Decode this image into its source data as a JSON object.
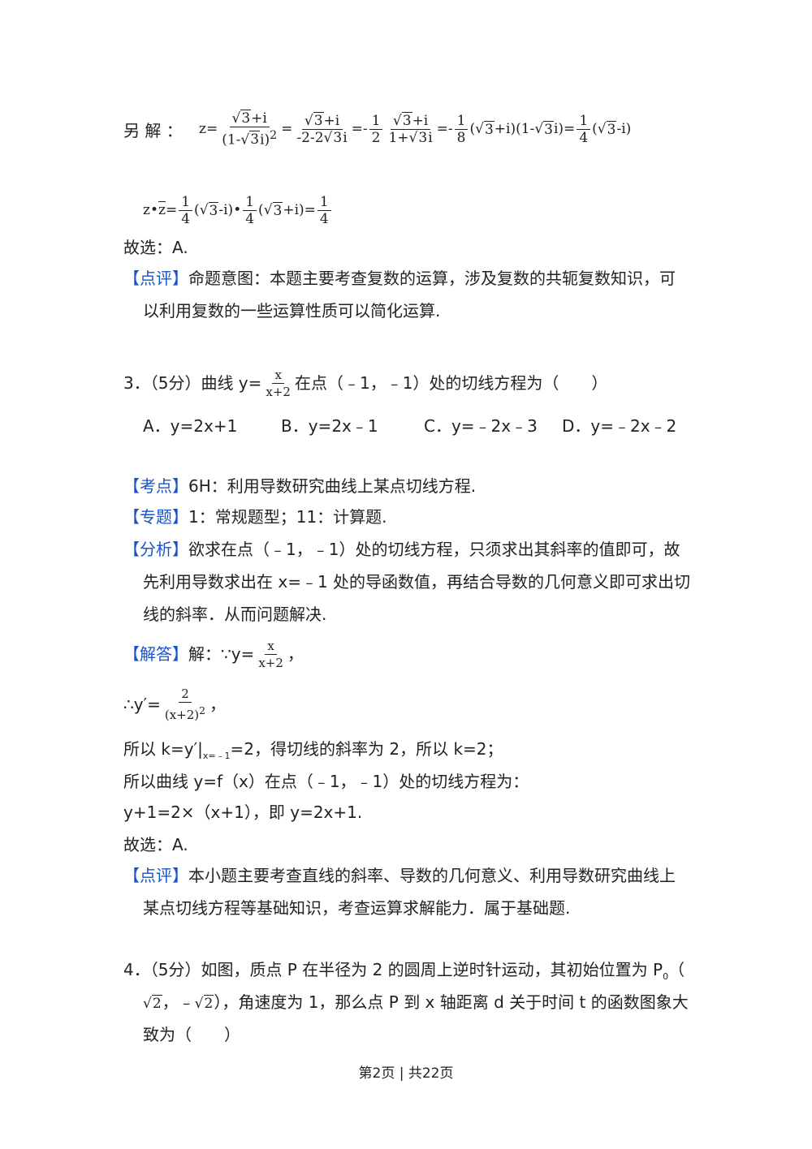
{
  "alt_solution": {
    "label": "另 解 ：",
    "line1": {
      "lhs": "z=",
      "f1_num_rad": "3",
      "f1_num_rest": "+i",
      "f1_den_pre": "(1-",
      "f1_den_rad": "3",
      "f1_den_post": "i)",
      "f1_den_exp": "2",
      "eq1": "=",
      "f2_num_rad": "3",
      "f2_num_rest": "+i",
      "f2_den_pre": "-2-2",
      "f2_den_rad": "3",
      "f2_den_post": "i",
      "eq2": "=-",
      "f3_num": "1",
      "f3_den": "2",
      "f4_num_rad": "3",
      "f4_num_rest": "+i",
      "f4_den_pre": "1+",
      "f4_den_rad": "3",
      "f4_den_post": "i",
      "eq3": "=-",
      "f5_num": "1",
      "f5_den": "8",
      "p1_pre": "(",
      "p1_rad": "3",
      "p1_post": "+i)(1-",
      "p1_rad2": "3",
      "p1_end": "i)=",
      "f6_num": "1",
      "f6_den": "4",
      "p2_pre": "(",
      "p2_rad": "3",
      "p2_post": "-i)"
    },
    "line2": {
      "pre": "z",
      "dot": "•",
      "zbar": "z",
      "eq": "=",
      "f1_num": "1",
      "f1_den": "4",
      "p1_pre": "(",
      "p1_rad": "3",
      "p1_post": "-i)",
      "dot2": "•",
      "f2_num": "1",
      "f2_den": "4",
      "p2_pre": "(",
      "p2_rad": "3",
      "p2_post": "+i)=",
      "f3_num": "1",
      "f3_den": "4"
    }
  },
  "q2_choose": "故选：A.",
  "q2_comment": {
    "tag_l": "【",
    "tag_w": "点评",
    "tag_r": "】",
    "line1": "命题意图：本题主要考查复数的运算，涉及复数的共轭复数知识，可",
    "line2": "以利用复数的一些运算性质可以简化运算."
  },
  "q3": {
    "stem_pre": "3．（5分）曲线 y=",
    "frac_num": "x",
    "frac_den": "x+2",
    "stem_post": "在点（﹣1，﹣1）处的切线方程为（　　）",
    "options": [
      "A．y=2x+1",
      "B．y=2x﹣1",
      "C．y=﹣2x﹣3",
      "D．y=﹣2x﹣2"
    ],
    "kaodian": {
      "tag": "考点",
      "text": "6H：利用导数研究曲线上某点切线方程."
    },
    "zhuanti": {
      "tag": "专题",
      "text": "1：常规题型；11：计算题."
    },
    "fenxi": {
      "tag": "分析",
      "line1": "欲求在点（﹣1，﹣1）处的切线方程，只须求出其斜率的值即可，故",
      "line2": "先利用导数求出在 x=﹣1 处的导函数值，再结合导数的几何意义即可求出切",
      "line3": "线的斜率．从而问题解决."
    },
    "jieda": {
      "tag": "解答",
      "pre": "解：∵y=",
      "frac_num": "x",
      "frac_den": "x+2",
      "post": "，",
      "l2_pre": "∴y′=",
      "l2_num": "2",
      "l2_den": "(x+2)",
      "l2_exp": "2",
      "l2_post": "，",
      "l3_pre": "所以 k=y′|",
      "l3_sub": "x=﹣1",
      "l3_post": "=2，得切线的斜率为 2，所以 k=2；",
      "l4": "所以曲线 y=f（x）在点（﹣1，﹣1）处的切线方程为：",
      "l5": "y+1=2×（x+1），即 y=2x+1.",
      "l6": "故选：A."
    },
    "dianping": {
      "tag": "点评",
      "line1": "本小题主要考查直线的斜率、导数的几何意义、利用导数研究曲线上",
      "line2": "某点切线方程等基础知识，考查运算求解能力．属于基础题."
    }
  },
  "q4": {
    "line1_pre": "4．（5分）如图，质点 P 在半径为 2 的圆周上逆时针运动，其初始位置为 P",
    "line1_sub": "0",
    "line1_post": "（",
    "line2_rad1": "2",
    "line2_mid": "，﹣",
    "line2_rad2": "2",
    "line2_post": "），角速度为 1，那么点 P 到 x 轴距离 d 关于时间 t 的函数图象大",
    "line3": "致为（　　）"
  },
  "footer": "第2页 | 共22页"
}
